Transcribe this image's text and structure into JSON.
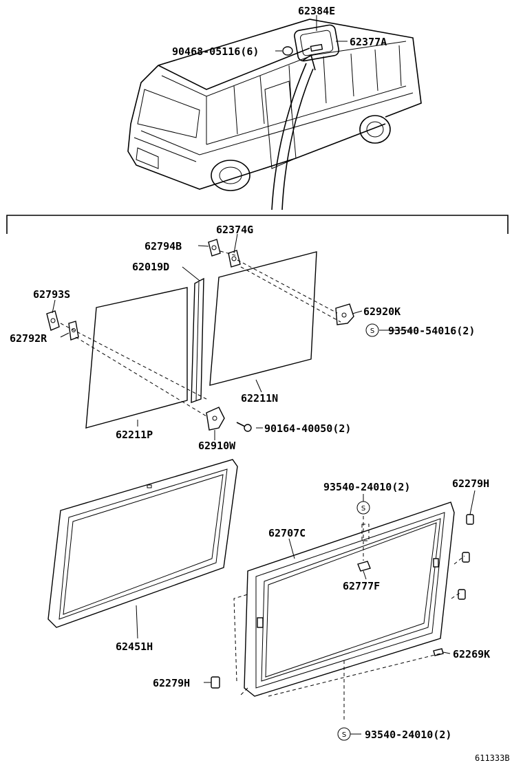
{
  "labels": {
    "p62384E": "62384E",
    "p62377A": "62377A",
    "p90468": "90468-05116(6)",
    "p62374G": "62374G",
    "p62794B": "62794B",
    "p62019D": "62019D",
    "p62793S": "62793S",
    "p62792R": "62792R",
    "p62920K": "62920K",
    "p93540_54016": "93540-54016(2)",
    "p62211N": "62211N",
    "p62211P": "62211P",
    "p90164": "90164-40050(2)",
    "p62910W": "62910W",
    "p93540_24010_top": "93540-24010(2)",
    "p62279H_top": "62279H",
    "p62707C": "62707C",
    "p62777F": "62777F",
    "p62451H": "62451H",
    "p62269K": "62269K",
    "p62279H_bottom": "62279H",
    "p93540_24010_bottom": "93540-24010(2)"
  },
  "s_marker": "S",
  "figure_id": "611333B"
}
